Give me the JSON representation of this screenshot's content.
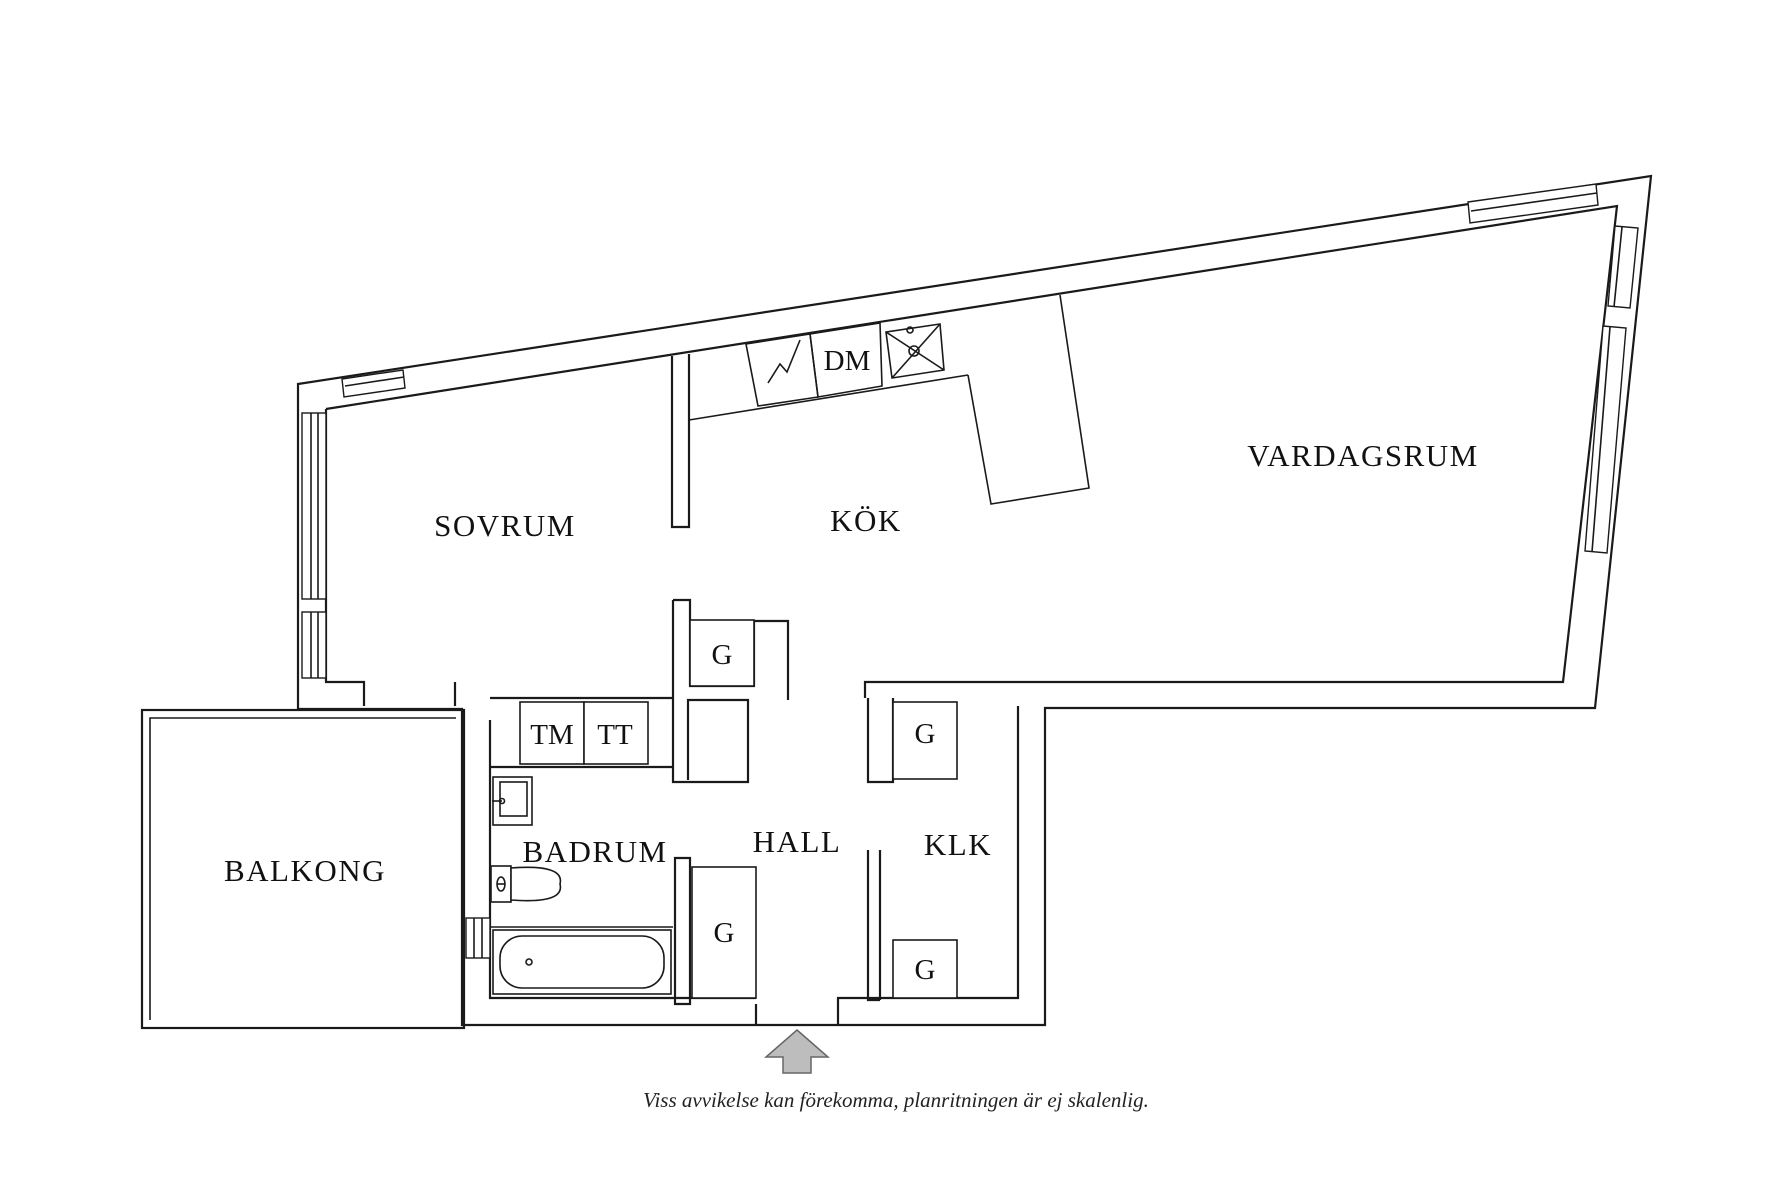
{
  "rooms": {
    "sovrum": "SOVRUM",
    "kok": "KÖK",
    "vardagsrum": "VARDAGSRUM",
    "balkong": "BALKONG",
    "badrum": "BADRUM",
    "hall": "HALL",
    "klk": "KLK"
  },
  "fixtures": {
    "dm": "DM",
    "tm": "TM",
    "tt": "TT",
    "g": "G"
  },
  "note": "Viss avvikelse kan förekomma, planritningen är ej skalenlig.",
  "colors": {
    "line": "#1a1a1a",
    "arrow_fill": "#bdbdbd"
  },
  "icons": [
    "entrance-arrow-icon",
    "sink-icon",
    "toilet-icon",
    "bathtub-icon",
    "stove-icon",
    "fridge-icon"
  ]
}
